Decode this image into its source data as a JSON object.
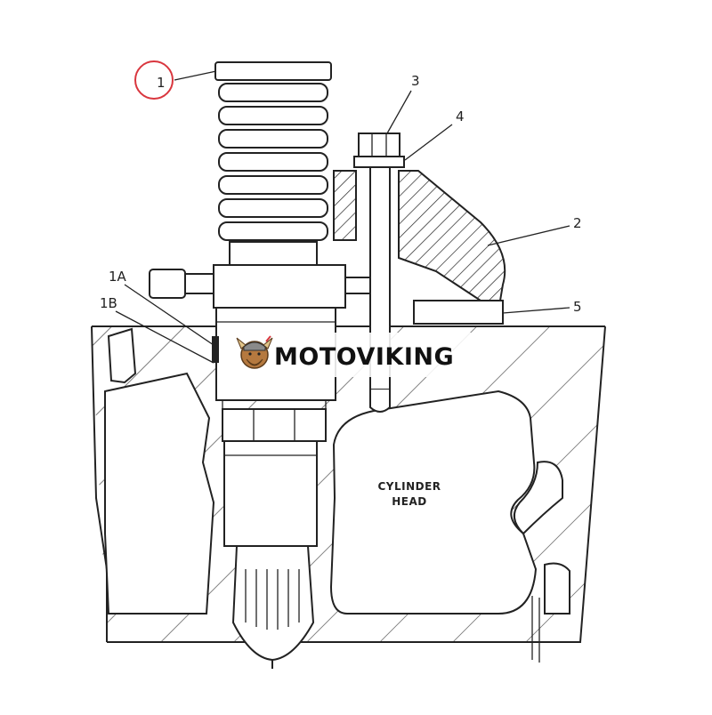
{
  "diagram": {
    "callouts": {
      "c1": "1",
      "c1a": "1A",
      "c1b": "1B",
      "c2": "2",
      "c3": "3",
      "c4": "4",
      "c5": "5"
    },
    "body_label_line1": "CYLINDER",
    "body_label_line2": "HEAD",
    "highlight_color": "#d9363e"
  },
  "watermark": {
    "brand_text": "MOTOVIKING",
    "logo_icon": "viking-mascot-icon"
  }
}
